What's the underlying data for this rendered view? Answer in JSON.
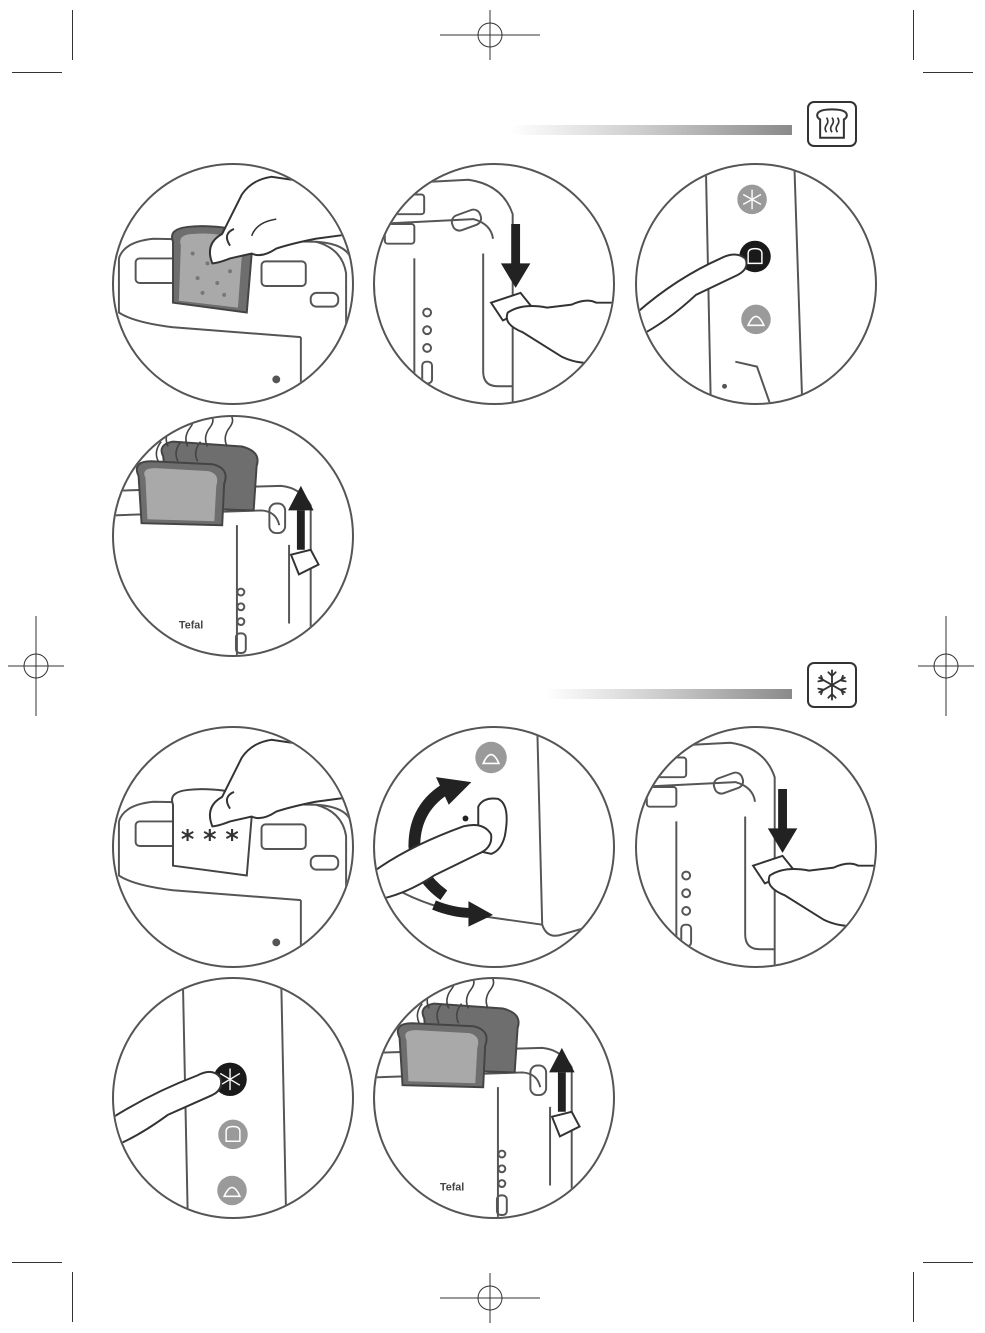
{
  "page": {
    "brand_label": "Tefal",
    "defrost_marking": "* * *"
  },
  "sections": [
    {
      "id": "toast",
      "icon": "toast-heat-icon"
    },
    {
      "id": "defrost",
      "icon": "snowflake-icon"
    }
  ],
  "steps_toast": [
    {
      "illustration": "insert-bread"
    },
    {
      "illustration": "press-lever-down"
    },
    {
      "illustration": "press-reheat-button"
    },
    {
      "illustration": "toast-pops-up"
    }
  ],
  "steps_defrost": [
    {
      "illustration": "insert-frozen-bread"
    },
    {
      "illustration": "turn-browning-dial"
    },
    {
      "illustration": "press-lever-down"
    },
    {
      "illustration": "press-defrost-button"
    },
    {
      "illustration": "toast-pops-up"
    }
  ],
  "colors": {
    "line": "#555555",
    "bread": "#6e6e6e",
    "button_active": "#1a1a1a",
    "button_idle": "#9a9a9a"
  }
}
